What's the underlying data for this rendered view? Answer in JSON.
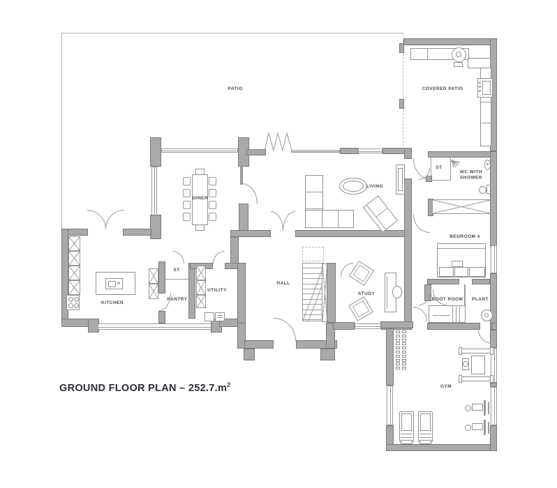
{
  "title": {
    "text": "GROUND FLOOR PLAN – 252.7.m",
    "sup": "2"
  },
  "rooms": {
    "patio": "PATIO",
    "covered_patio": "COVERED PATIO",
    "diner": "DINER",
    "living": "LIVING",
    "kitchen": "KITCHEN",
    "st_pantry": "ST",
    "pantry": "PANTRY",
    "utility": "UTILITY",
    "hall": "HALL",
    "study": "STUDY",
    "st_landing": "ST",
    "wc": "WC WITH SHOWER",
    "bedroom4": "BEDROOM 4",
    "boot_room": "BOOT ROOM",
    "plant": "PLANT",
    "gym": "GYM"
  },
  "colors": {
    "wall": "#a9a9a9",
    "wall_outline": "#7a7a7a",
    "line": "#9a9a9a",
    "label_text": "#4a4a4a",
    "title_text": "#2d2d36",
    "background": "#ffffff"
  },
  "icons": [
    "shower-icon",
    "bbq-icon",
    "boiler-icon",
    "hob-icon",
    "sink-icon",
    "toilet-icon"
  ]
}
